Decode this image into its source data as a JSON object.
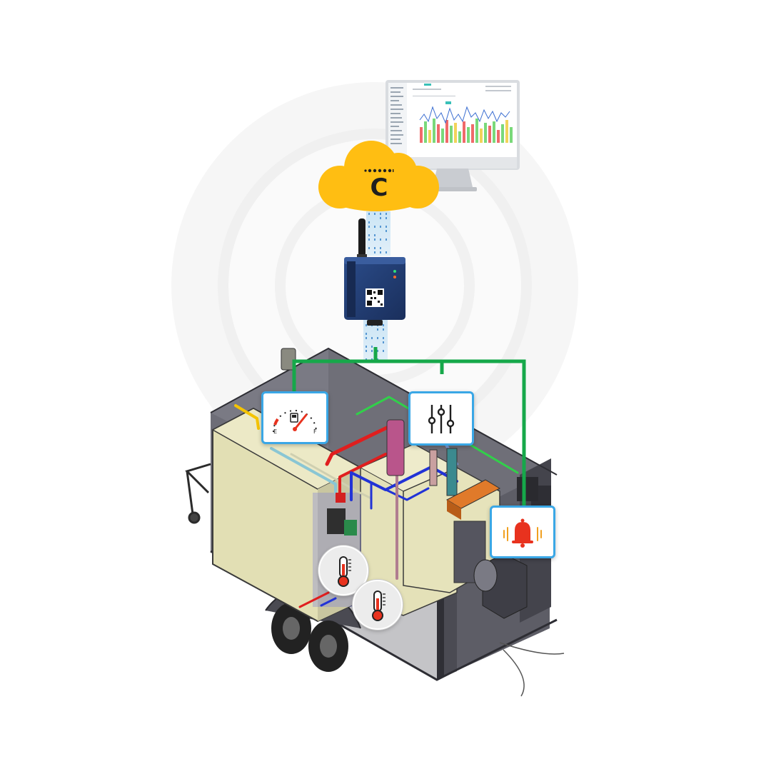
{
  "cloud": {
    "logo_letter": "C",
    "icon": "cloud-icon",
    "color": "#ffbe12"
  },
  "gateway": {
    "device": "cellular-gateway",
    "qr_icon": "qr-code-icon"
  },
  "monitor": {
    "icon": "desktop-monitor-icon",
    "screen": "dashboard-bar-chart"
  },
  "callouts": [
    {
      "icon": "fuel-gauge-icon",
      "gauge_left": "E",
      "gauge_right": "F"
    },
    {
      "icon": "control-sliders-icon"
    },
    {
      "icon": "alarm-bell-icon"
    },
    {
      "icon": "thermometer-icon"
    },
    {
      "icon": "thermometer-icon"
    }
  ],
  "colors": {
    "network_line": "#16a84a",
    "callout_border": "#3aa7e6",
    "trailer_body": "#55555f",
    "tank": "#e2dfb4",
    "alarm": "#e8321e",
    "gateway": "#213c73"
  }
}
